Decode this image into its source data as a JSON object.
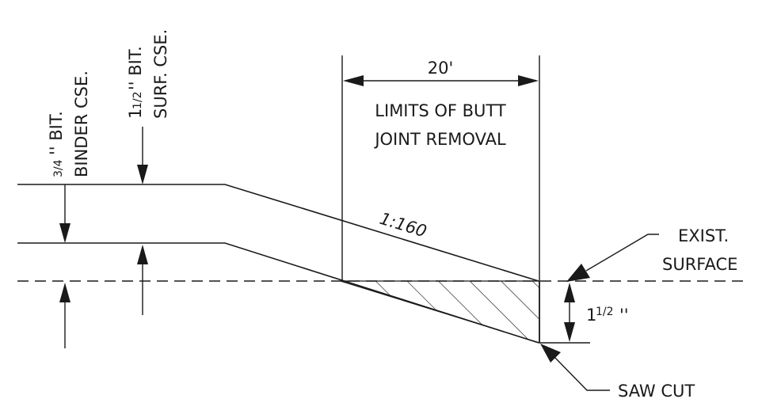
{
  "labels": {
    "binder_fraction": "3/4",
    "binder_line1": "'' BIT.",
    "binder_line2": "BINDER CSE.",
    "surface_whole": "1",
    "surface_fraction": "1/2",
    "surface_line1": "'' BIT.",
    "surface_line2": "SURF. CSE.",
    "limits_dimension": "20'",
    "limits_line1": "LIMITS OF BUTT",
    "limits_line2": "JOINT REMOVAL",
    "slope": "1:160",
    "exist_line1": "EXIST.",
    "exist_line2": "SURFACE",
    "depth_whole": "1",
    "depth_fraction": "1/2",
    "depth_unit": "''",
    "saw_cut": "SAW CUT"
  },
  "colors": {
    "ink": "#1a1a1a",
    "background": "#ffffff"
  }
}
